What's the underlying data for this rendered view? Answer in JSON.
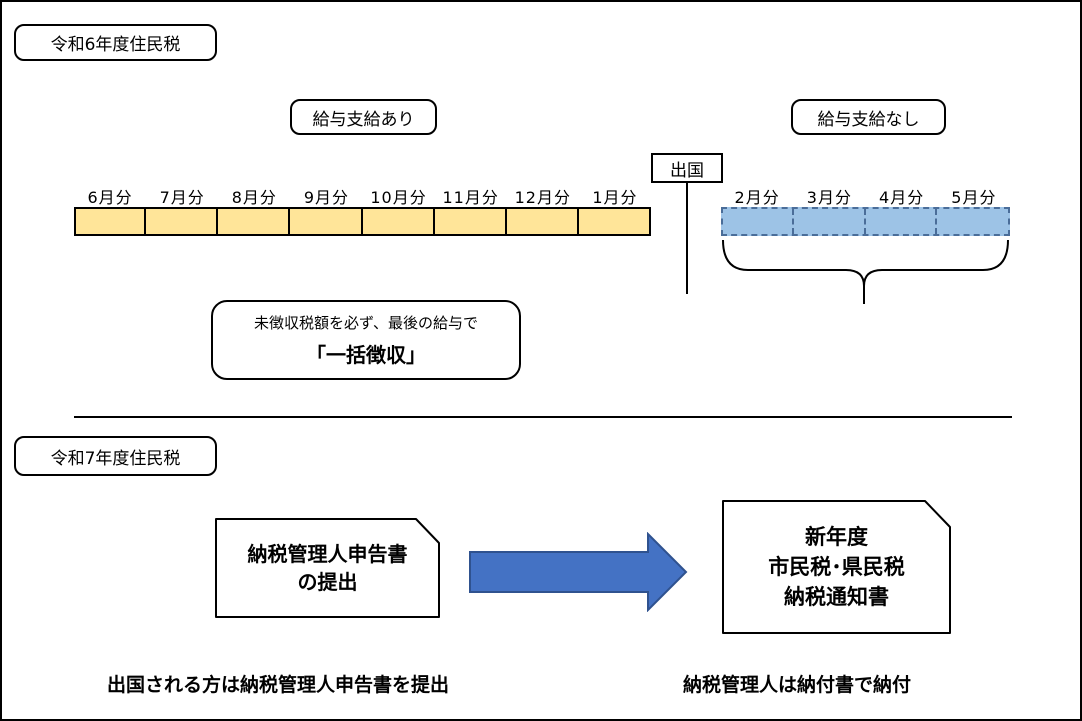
{
  "r6": {
    "year_label": "令和6年度住民税",
    "pay_with_label": "給与支給あり",
    "pay_without_label": "給与支給なし",
    "departure_label": "出国",
    "months_paid": [
      "6月分",
      "7月分",
      "8月分",
      "9月分",
      "10月分",
      "11月分",
      "12月分",
      "1月分"
    ],
    "months_unpaid": [
      "2月分",
      "3月分",
      "4月分",
      "5月分"
    ],
    "note_line1": "未徴収税額を必ず、最後の給与で",
    "note_line2": "「一括徴収」"
  },
  "r7": {
    "year_label": "令和7年度住民税",
    "doc1_lines": [
      "納税管理人申告書",
      "の提出"
    ],
    "doc2_lines": [
      "新年度",
      "市民税･県民税",
      "納税通知書"
    ],
    "caption_left": "出国される方は納税管理人申告書を提出",
    "caption_right": "納税管理人は納付書で納付"
  },
  "colors": {
    "paid_fill": "#ffe599",
    "unpaid_fill": "#9dc3e6",
    "arrow_fill": "#4472c4"
  }
}
